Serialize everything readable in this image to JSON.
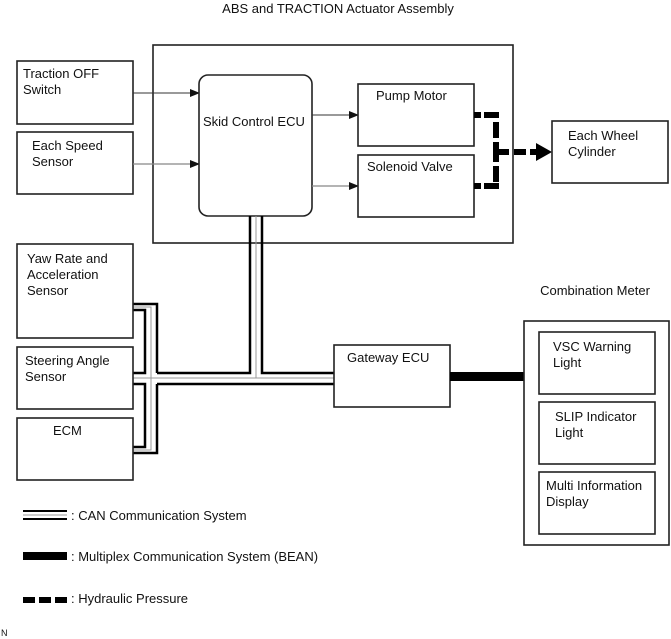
{
  "title": "ABS and TRACTION Actuator Assembly",
  "assembly": {
    "skid_control_ecu": "Skid Control ECU",
    "pump_motor": "Pump Motor",
    "solenoid_valve": "Solenoid Valve"
  },
  "inputs": {
    "traction_off_switch": [
      "Traction OFF",
      "Switch"
    ],
    "each_speed_sensor": [
      "Each Speed",
      "Sensor"
    ]
  },
  "each_wheel_cylinder": [
    "Each Wheel",
    "Cylinder"
  ],
  "can_nodes": {
    "yaw_rate": [
      "Yaw Rate and",
      "Acceleration",
      "Sensor"
    ],
    "steering_angle": [
      "Steering Angle",
      "Sensor"
    ],
    "ecm": [
      "ECM"
    ]
  },
  "gateway_ecu": "Gateway ECU",
  "combination_meter": {
    "title": "Combination Meter",
    "vsc_warning": [
      "VSC Warning",
      "Light"
    ],
    "slip_indicator": [
      "SLIP Indicator",
      "Light"
    ],
    "multi_info": [
      "Multi Information",
      "Display"
    ]
  },
  "legend": {
    "can": ": CAN Communication System",
    "bean": ": Multiplex Communication System (BEAN)",
    "hydraulic": ": Hydraulic Pressure"
  },
  "corner_mark": "N"
}
